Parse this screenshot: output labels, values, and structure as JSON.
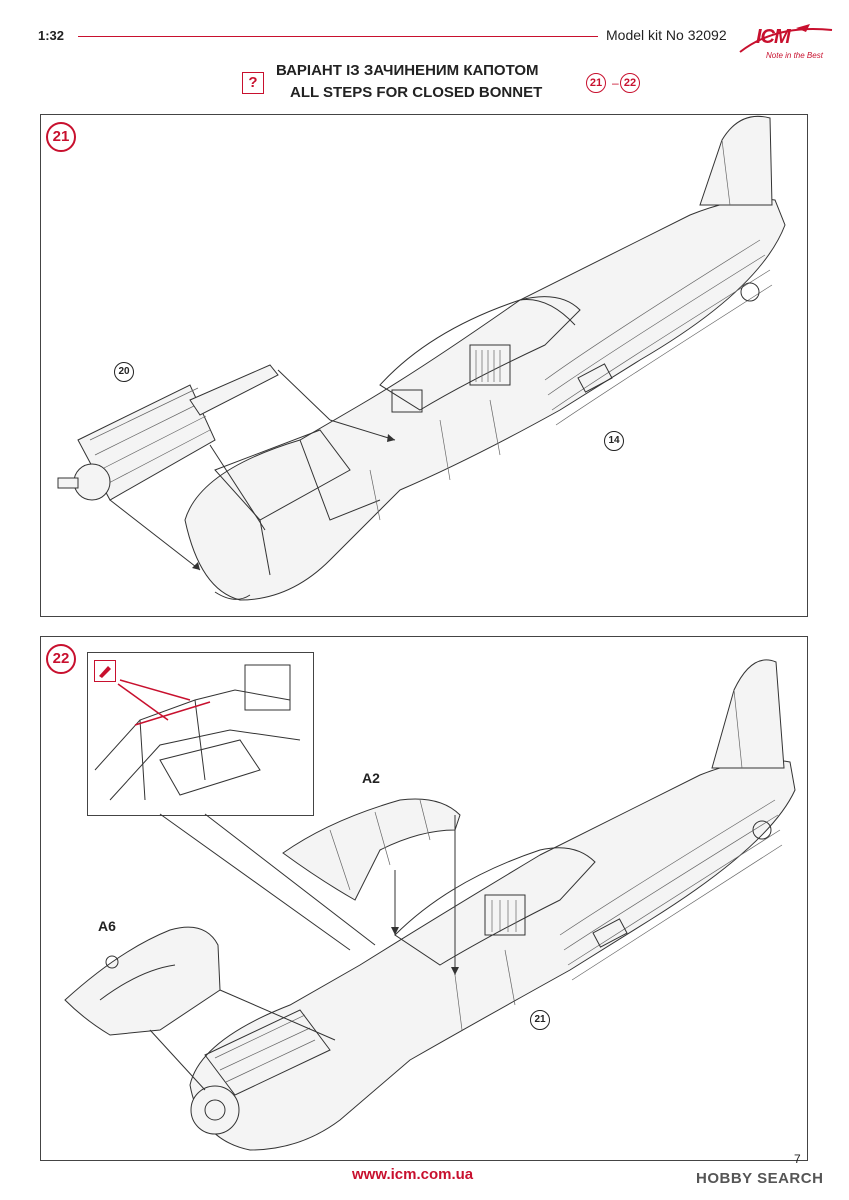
{
  "header": {
    "scale": "1:32",
    "kit_number": "Model kit No 32092",
    "brand": "ICM",
    "brand_tagline": "Note in the Best"
  },
  "title": {
    "icon": "question-box-icon",
    "icon_glyph": "?",
    "line1": "ВАРІАНТ ІЗ ЗАЧИНЕНИМ КАПОТОМ",
    "line2": "ALL STEPS FOR CLOSED BONNET",
    "step_from": "21",
    "step_separator": "–",
    "step_to": "22"
  },
  "step21": {
    "number": "21",
    "callouts": {
      "engine": "20",
      "fuselage": "14"
    }
  },
  "step22": {
    "number": "22",
    "detail_icon": "paint-marker-icon",
    "parts": {
      "upper_cowl": "A2",
      "front_cowl": "A6",
      "assembly": "21"
    }
  },
  "footer": {
    "url": "www.icm.com.ua",
    "page_number": "7",
    "watermark": "HOBBY SEARCH"
  },
  "colors": {
    "accent": "#c8102e",
    "line": "#333333"
  }
}
